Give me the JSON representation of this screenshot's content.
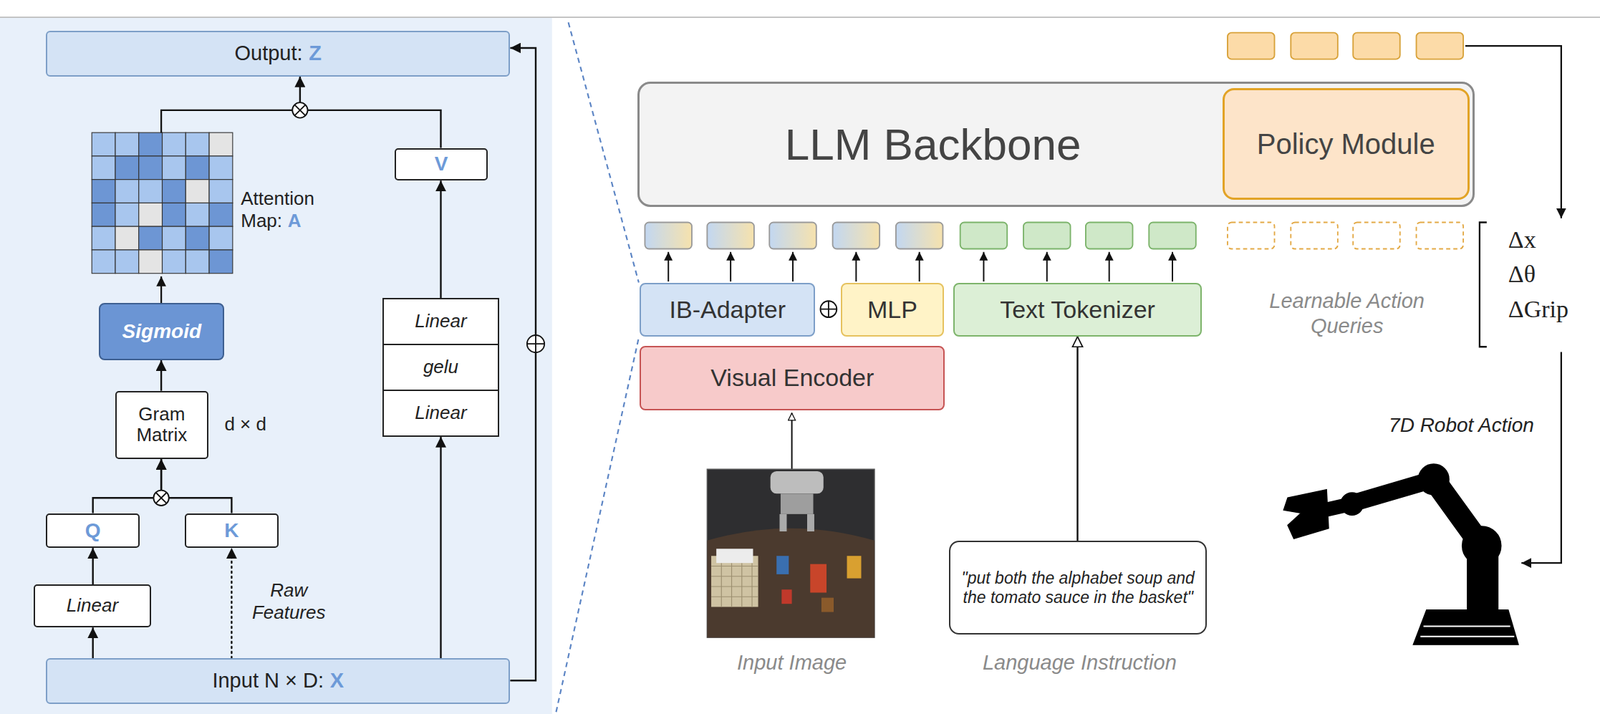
{
  "diagram": {
    "nodes": [
      {
        "text": [
          "Output:",
          "Z"
        ]
      },
      {
        "text": [
          "Sigmoid"
        ]
      },
      {
        "text": [
          "Gram Matrix"
        ]
      },
      {
        "text": [
          "Q"
        ]
      },
      {
        "text": [
          "K"
        ]
      },
      {
        "text": [
          "Linear"
        ]
      },
      {
        "text": [
          "V"
        ]
      },
      {
        "text": [
          "Linear"
        ]
      },
      {
        "text": [
          "gelu"
        ]
      },
      {
        "text": [
          "Linear"
        ]
      },
      {
        "text": [
          "Input N × D:",
          "X"
        ]
      },
      {
        "text": [
          "LLM Backbone"
        ]
      },
      {
        "text": [
          "Policy Module"
        ],
        "in": 11
      },
      {
        "text": [
          "IB-Adapter"
        ]
      },
      {
        "text": [
          "MLP"
        ]
      },
      {
        "text": [
          "Text Tokenizer"
        ]
      },
      {
        "text": [
          "Visual Encoder"
        ]
      },
      {
        "text": [
          "\"put both the alphabet soup and the tomato sauce in the basket\""
        ]
      }
    ],
    "edges": [
      {
        "from": 10,
        "to": 5,
        "arrow": "to"
      },
      {
        "from": 5,
        "to": 3,
        "arrow": "to"
      },
      {
        "from": 10,
        "to": 4,
        "arrow": "to"
      },
      {
        "from": 3,
        "to": 2,
        "arrow": "to"
      },
      {
        "from": 4,
        "to": 2,
        "arrow": "to"
      },
      {
        "from": 2,
        "to": 1,
        "arrow": "to"
      },
      {
        "from": 6,
        "to": 0,
        "arrow": "to"
      },
      {
        "from": 10,
        "to": 9,
        "arrow": "to"
      },
      {
        "from": 7,
        "to": 6,
        "arrow": "to"
      },
      {
        "from": 10,
        "to": 0,
        "arrow": "to"
      },
      {
        "from": 17,
        "to": 15,
        "arrow": "to"
      }
    ],
    "labels": [
      "Attention Map:",
      "A",
      "d × d",
      "Raw Features",
      "Learnable Action Queries",
      "Input Image",
      "Language Instruction",
      "Δx",
      "Δθ",
      "ΔGrip",
      "7D Robot Action"
    ]
  }
}
